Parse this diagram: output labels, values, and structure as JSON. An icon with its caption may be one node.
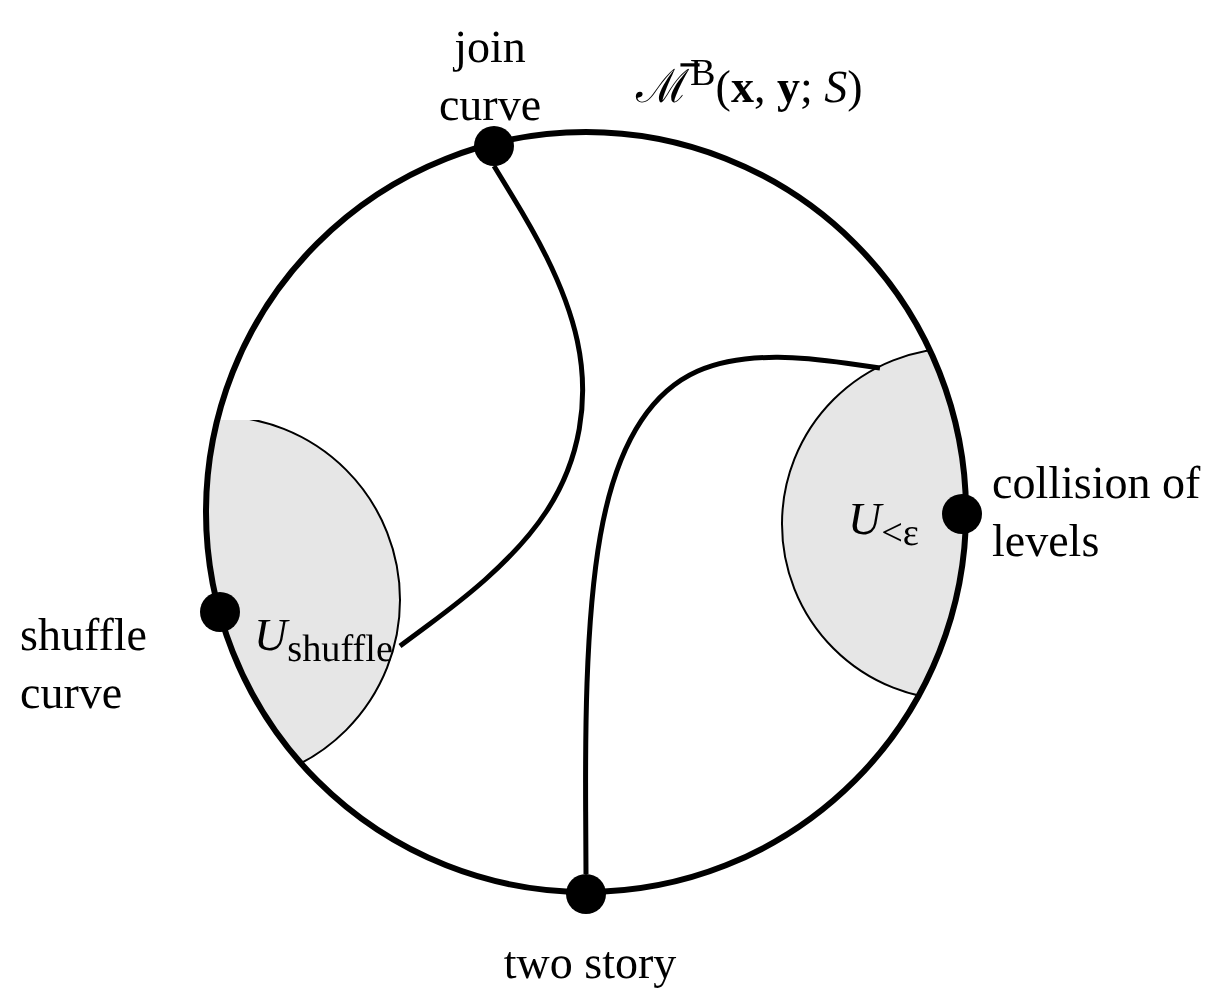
{
  "diagram": {
    "nodes": [
      {
        "text": [],
        "shape": "circle",
        "beside": [
          "join curve"
        ]
      },
      {
        "text": [
          "*U*$_{shuffle}$"
        ]
      },
      {
        "text": [
          "*U*$_{<ε}$"
        ]
      },
      {
        "text": [],
        "shape": "circle",
        "beside": [
          "collision of levels"
        ],
        "in": 2
      },
      {
        "text": [],
        "shape": "circle",
        "beside": [
          "shuffle curve"
        ],
        "in": 1
      },
      {
        "text": [],
        "shape": "circle",
        "beside": [
          "two story"
        ]
      }
    ],
    "edges": [
      {
        "from": 0,
        "to": 1,
        "arrow": "none"
      },
      {
        "from": 5,
        "to": 2,
        "arrow": "none"
      }
    ],
    "labels": [
      "ℳ̅$^{B}$(**x**, **y**; *S*)"
    ]
  }
}
